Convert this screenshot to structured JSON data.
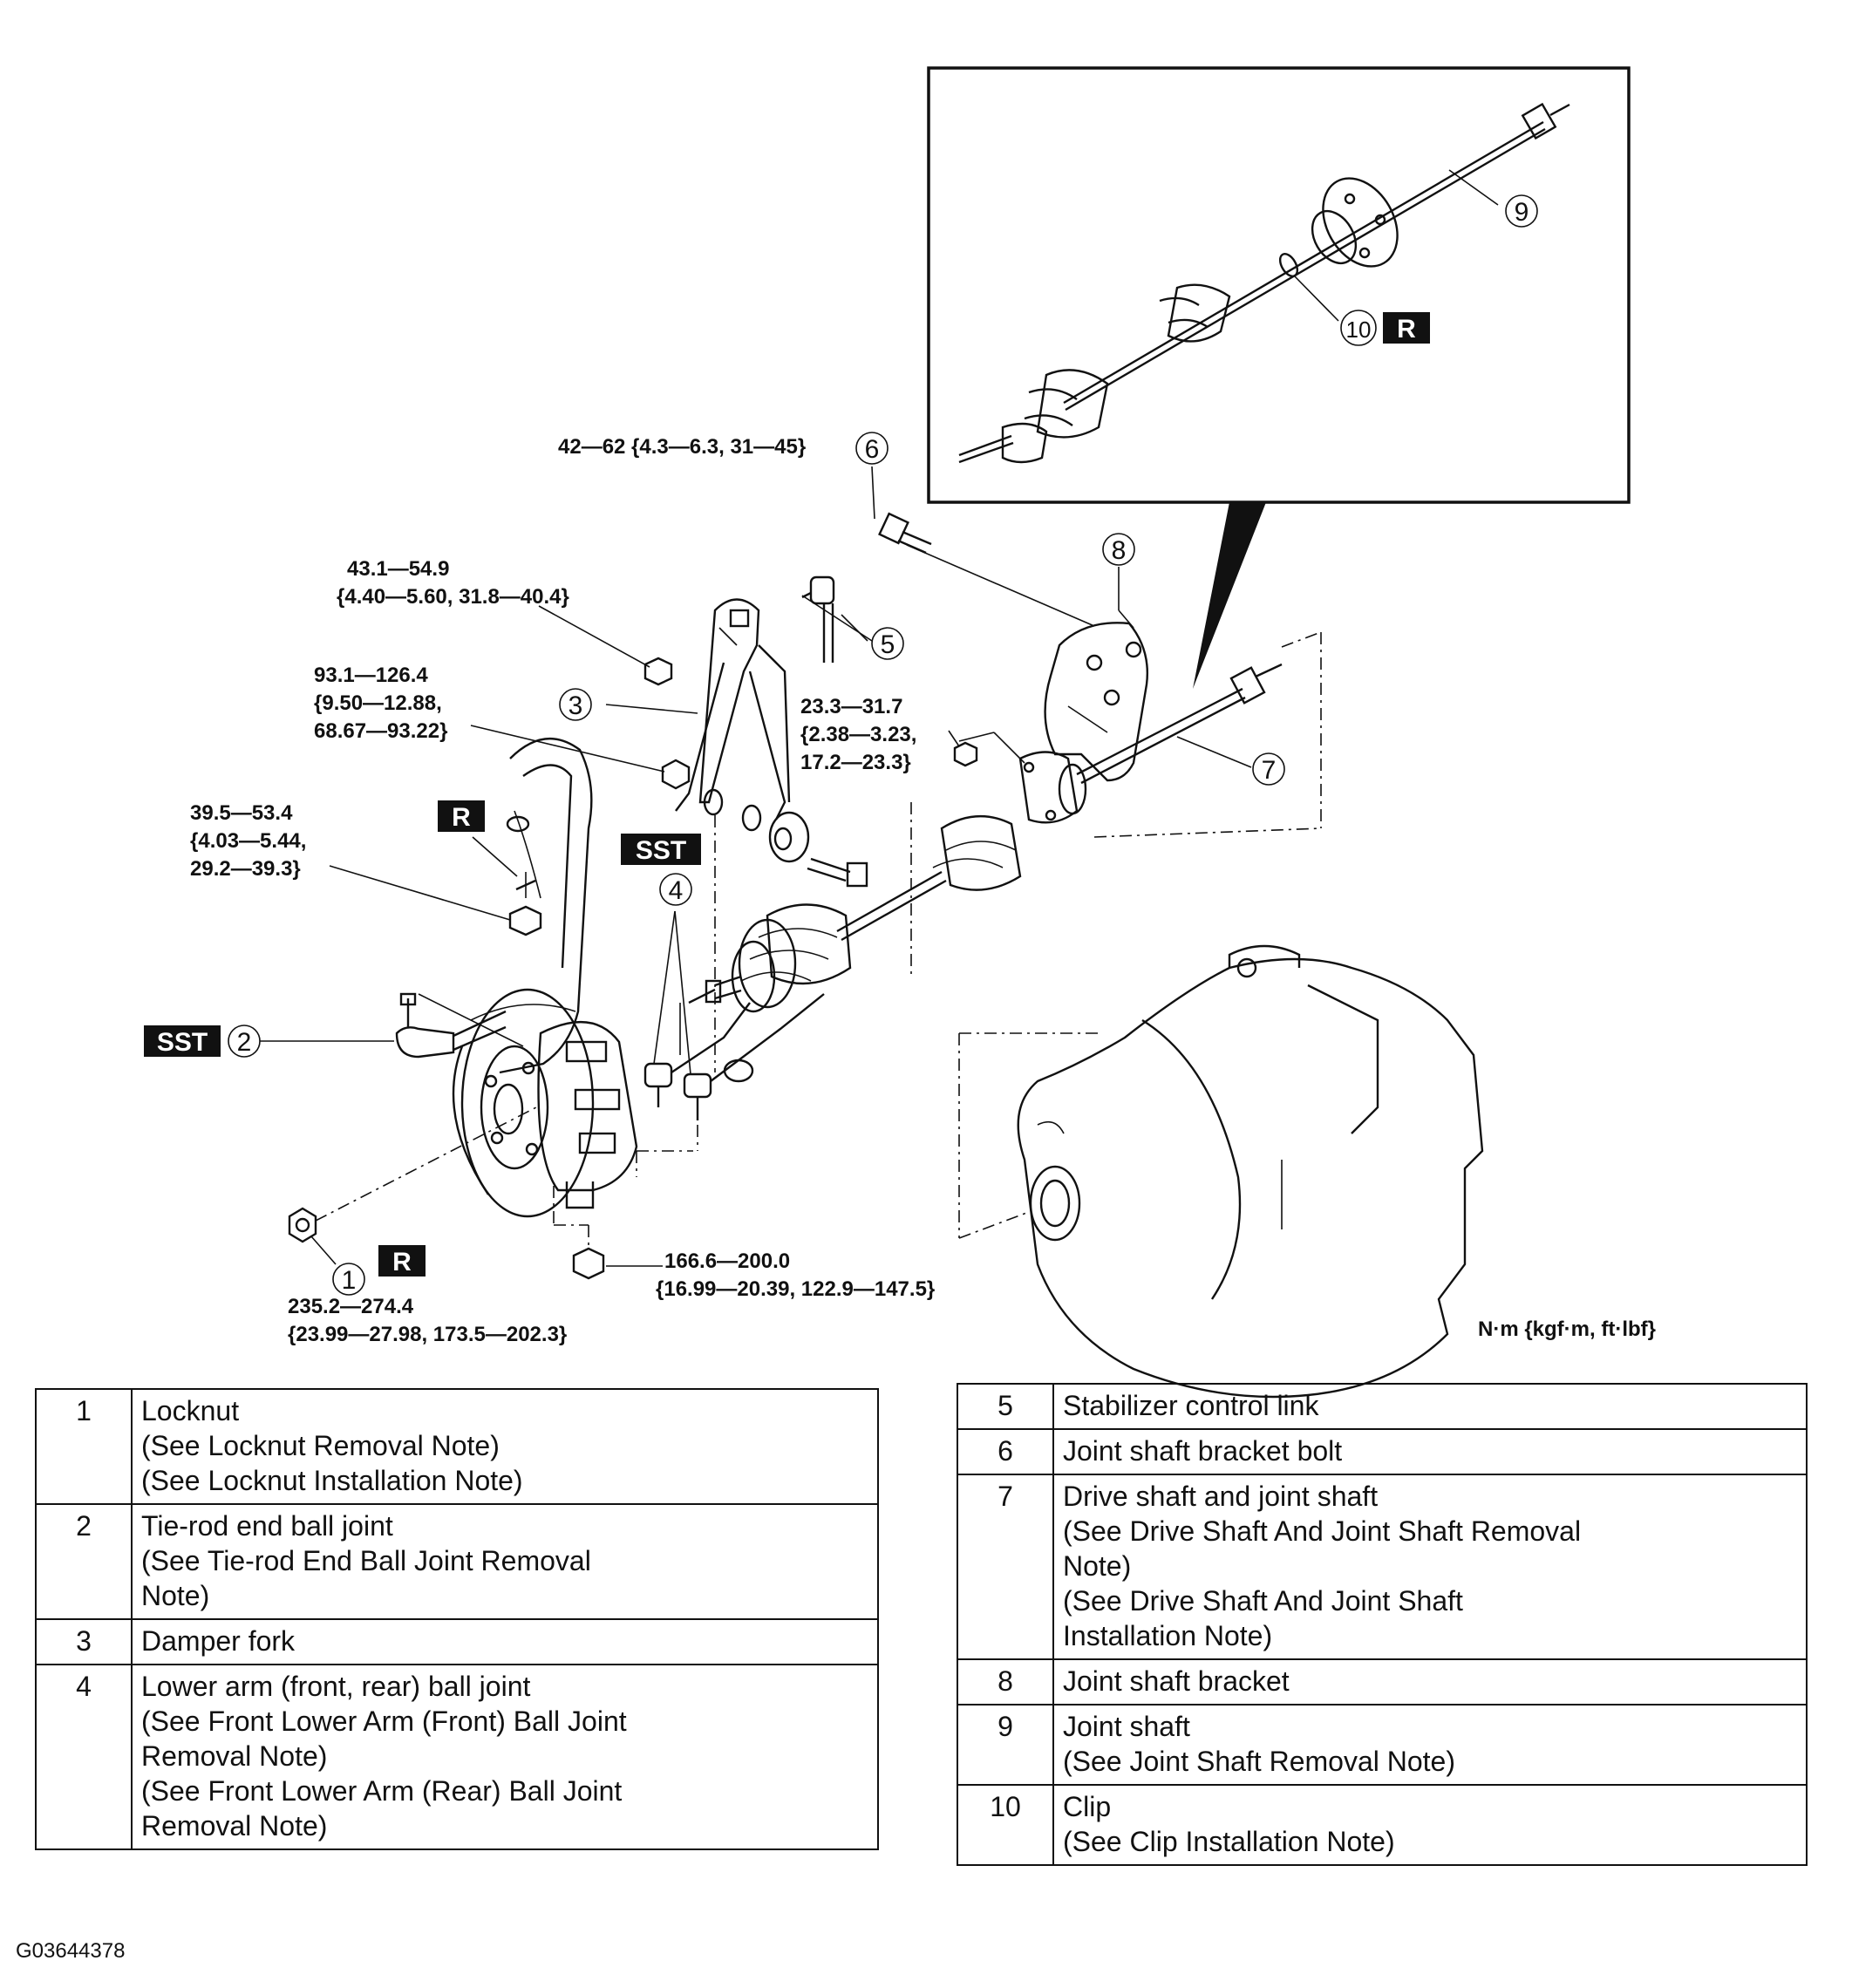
{
  "torque_specs": {
    "t1": [
      "235.2—274.4",
      "{23.99—27.98, 173.5—202.3}"
    ],
    "t2": [
      "39.5—53.4",
      "{4.03—5.44,",
      "29.2—39.3}"
    ],
    "t3": [
      "93.1—126.4",
      "{9.50—12.88,",
      "68.67—93.22}"
    ],
    "t4": [
      "43.1—54.9",
      "{4.40—5.60, 31.8—40.4}"
    ],
    "t5": [
      "42—62 {4.3—6.3, 31—45}"
    ],
    "t6": [
      "23.3—31.7",
      "{2.38—3.23,",
      "17.2—23.3}"
    ],
    "t7": [
      "166.6—200.0",
      "{16.99—20.39, 122.9—147.5}"
    ]
  },
  "callouts": [
    "1",
    "2",
    "3",
    "4",
    "5",
    "6",
    "7",
    "8",
    "9",
    "10"
  ],
  "badges": {
    "r": "R",
    "sst": "SST"
  },
  "units_label": "N·m {kgf·m, ft·lbf}",
  "parts_left": [
    {
      "num": "1",
      "desc": "Locknut\n(See  Locknut Removal Note)\n(See  Locknut Installation Note)"
    },
    {
      "num": "2",
      "desc": "Tie-rod end ball joint\n(See Tie-rod End Ball Joint Removal\nNote)"
    },
    {
      "num": "3",
      "desc": "Damper fork"
    },
    {
      "num": "4",
      "desc": "Lower arm (front, rear) ball joint\n(See Front Lower Arm (Front) Ball Joint\nRemoval Note)\n(See Front Lower Arm (Rear) Ball Joint\nRemoval Note)"
    }
  ],
  "parts_right": [
    {
      "num": "5",
      "desc": "Stabilizer control link"
    },
    {
      "num": "6",
      "desc": "Joint shaft bracket bolt"
    },
    {
      "num": "7",
      "desc": "Drive shaft and joint shaft\n(See Drive Shaft And Joint Shaft Removal\nNote)\n(See Drive Shaft And Joint Shaft\nInstallation Note)"
    },
    {
      "num": "8",
      "desc": "Joint shaft bracket"
    },
    {
      "num": "9",
      "desc": "Joint shaft\n(See Joint Shaft Removal Note)"
    },
    {
      "num": "10",
      "desc": "Clip\n(See  Clip Installation Note)"
    }
  ],
  "figure_id": "G03644378"
}
